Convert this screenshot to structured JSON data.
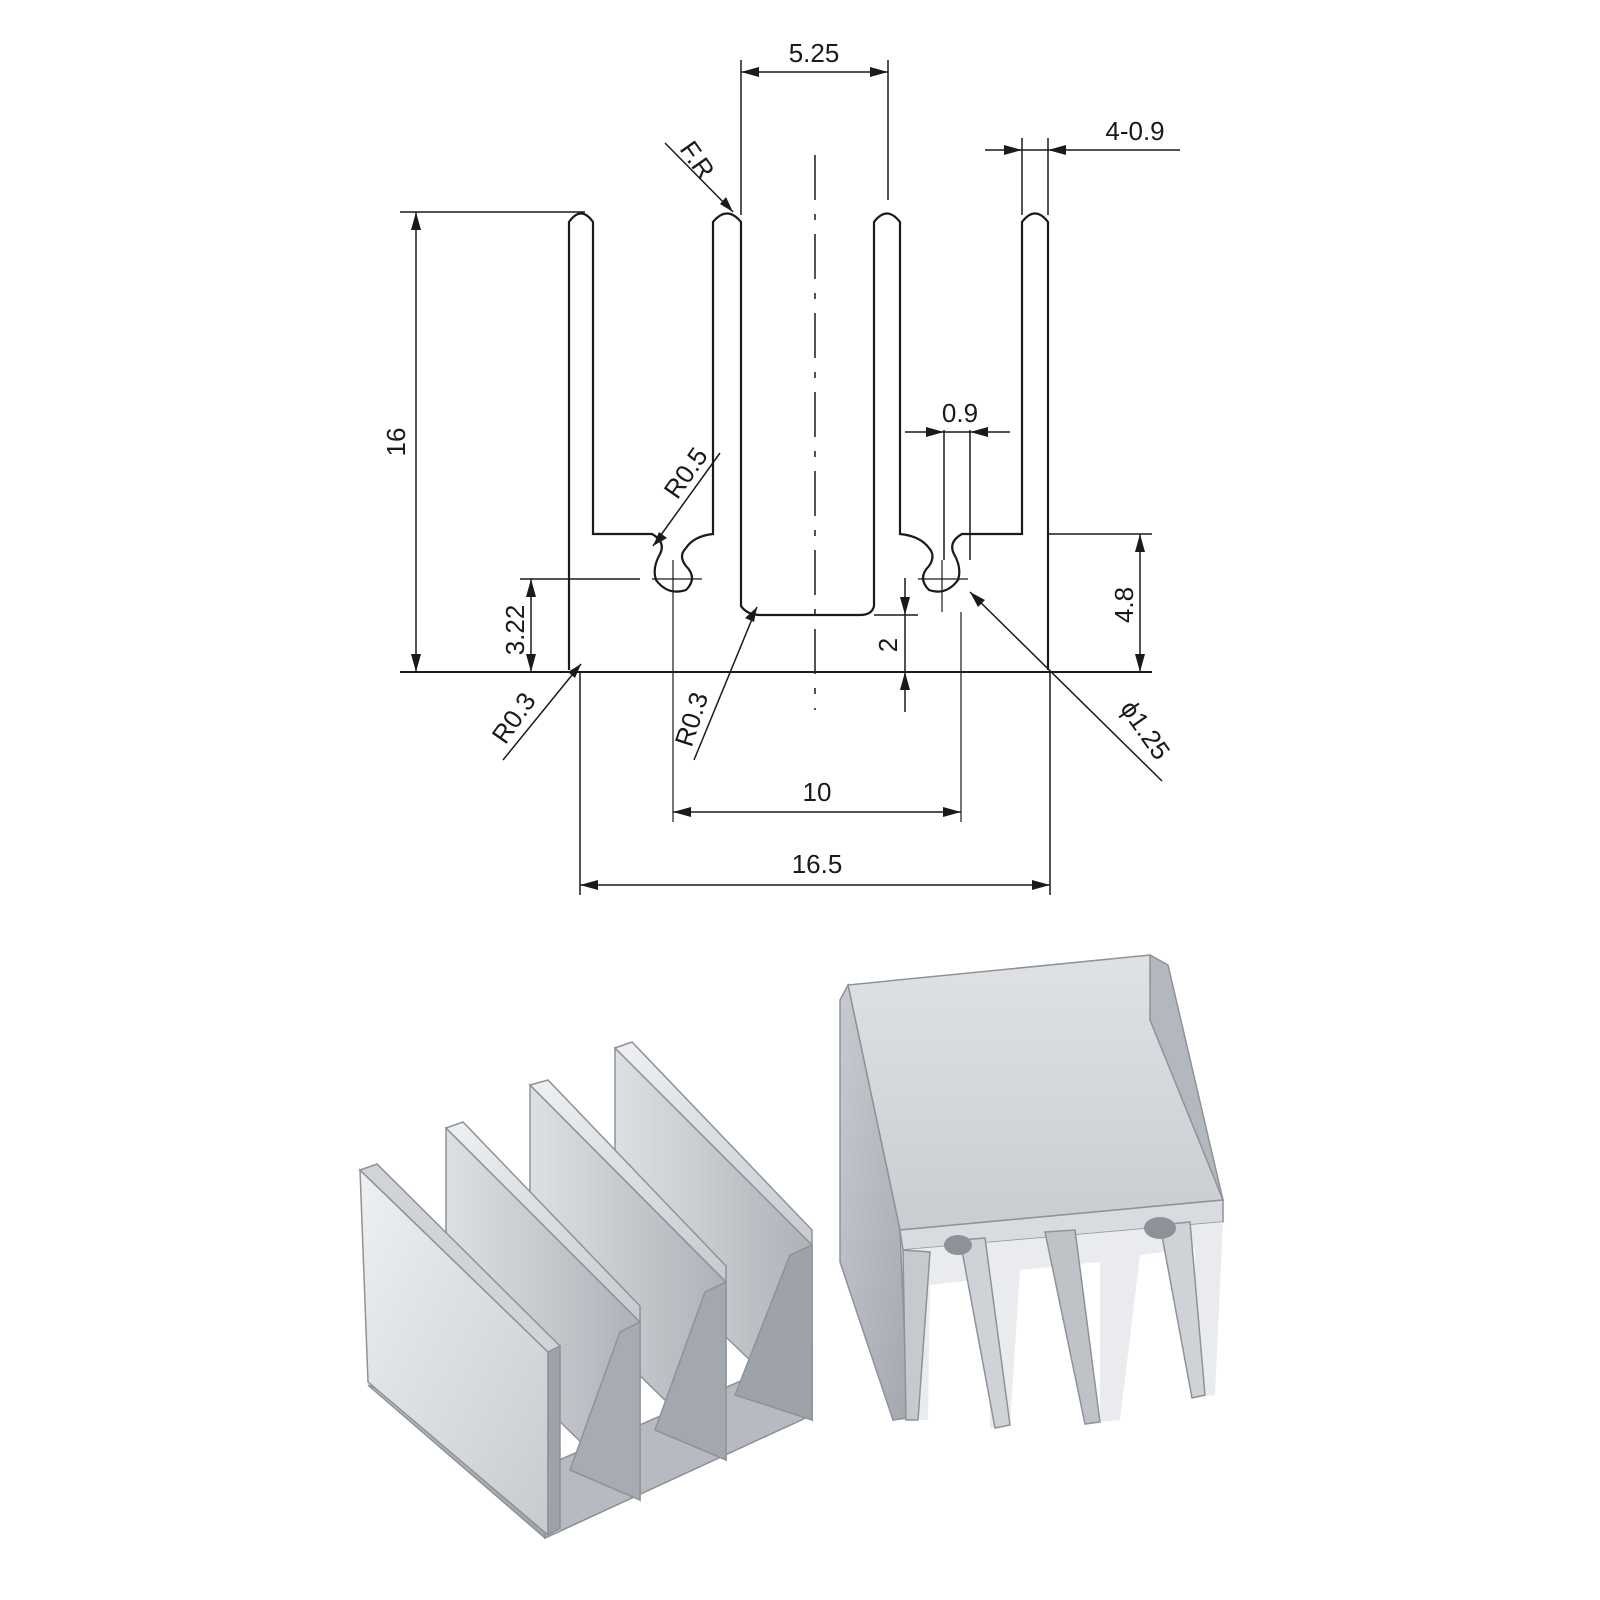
{
  "drawing": {
    "dimensions": {
      "fin_pitch": "5.25",
      "fin_thickness": "4-0.9",
      "fin_root_radius": "F.R",
      "height": "16",
      "slot_width": "0.9",
      "round_radius": "R0.5",
      "hole_height": "3.22",
      "base_to_fin": "4.8",
      "center_base": "2",
      "corner_radius_left": "R0.3",
      "corner_radius_inner": "R0.3",
      "hole_diameter": "ϕ1.25",
      "hole_spacing": "10",
      "width": "16.5"
    }
  },
  "photos": {
    "left": "heatsink-fins-up",
    "right": "heatsink-fins-down"
  },
  "colors": {
    "ink": "#1a1a1a",
    "aluminium_light": "#e4e6e9",
    "aluminium_mid": "#c9ccd1",
    "aluminium_dark": "#a9adb3"
  }
}
